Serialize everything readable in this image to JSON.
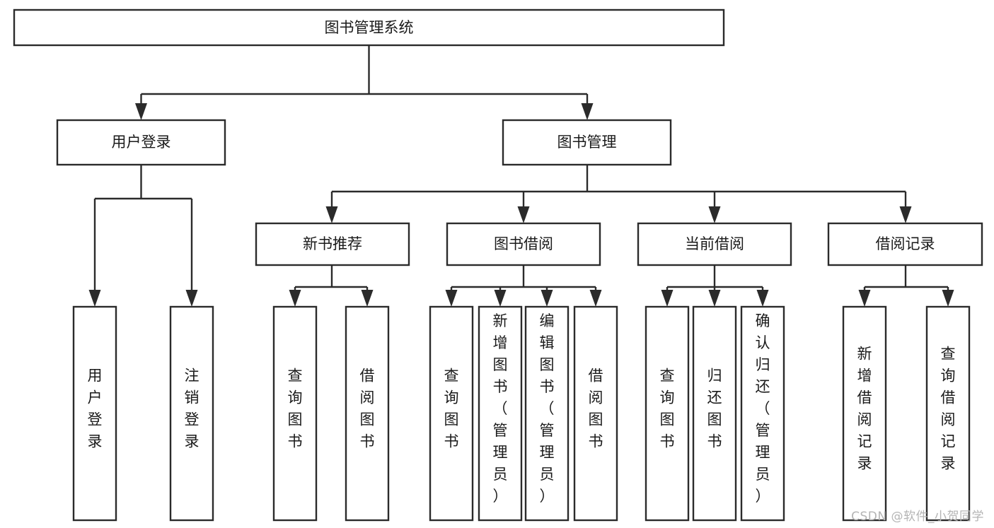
{
  "diagram": {
    "type": "tree",
    "title": "图书管理系统",
    "watermark": "CSDN @软件_小贺同学",
    "colors": {
      "stroke": "#2b2b2b",
      "fill": "#ffffff",
      "text": "#1a1a1a",
      "watermark": "#b4b4b4"
    },
    "root": {
      "label": "图书管理系统"
    },
    "level2": [
      {
        "label": "用户登录"
      },
      {
        "label": "图书管理"
      }
    ],
    "level3": [
      {
        "label": "新书推荐"
      },
      {
        "label": "图书借阅"
      },
      {
        "label": "当前借阅"
      },
      {
        "label": "借阅记录"
      }
    ],
    "leaves": {
      "user_login": [
        {
          "label": "用户登录"
        },
        {
          "label": "注销登录"
        }
      ],
      "new_book_recommend": [
        {
          "label": "查询图书"
        },
        {
          "label": "借阅图书"
        }
      ],
      "book_borrow": [
        {
          "label": "查询图书"
        },
        {
          "label": "新增图书（管理员）"
        },
        {
          "label": "编辑图书（管理员）"
        },
        {
          "label": "借阅图书"
        }
      ],
      "current_borrow": [
        {
          "label": "查询图书"
        },
        {
          "label": "归还图书"
        },
        {
          "label": "确认归还（管理员）"
        }
      ],
      "borrow_record": [
        {
          "label": "新增借阅记录"
        },
        {
          "label": "查询借阅记录"
        }
      ]
    }
  }
}
